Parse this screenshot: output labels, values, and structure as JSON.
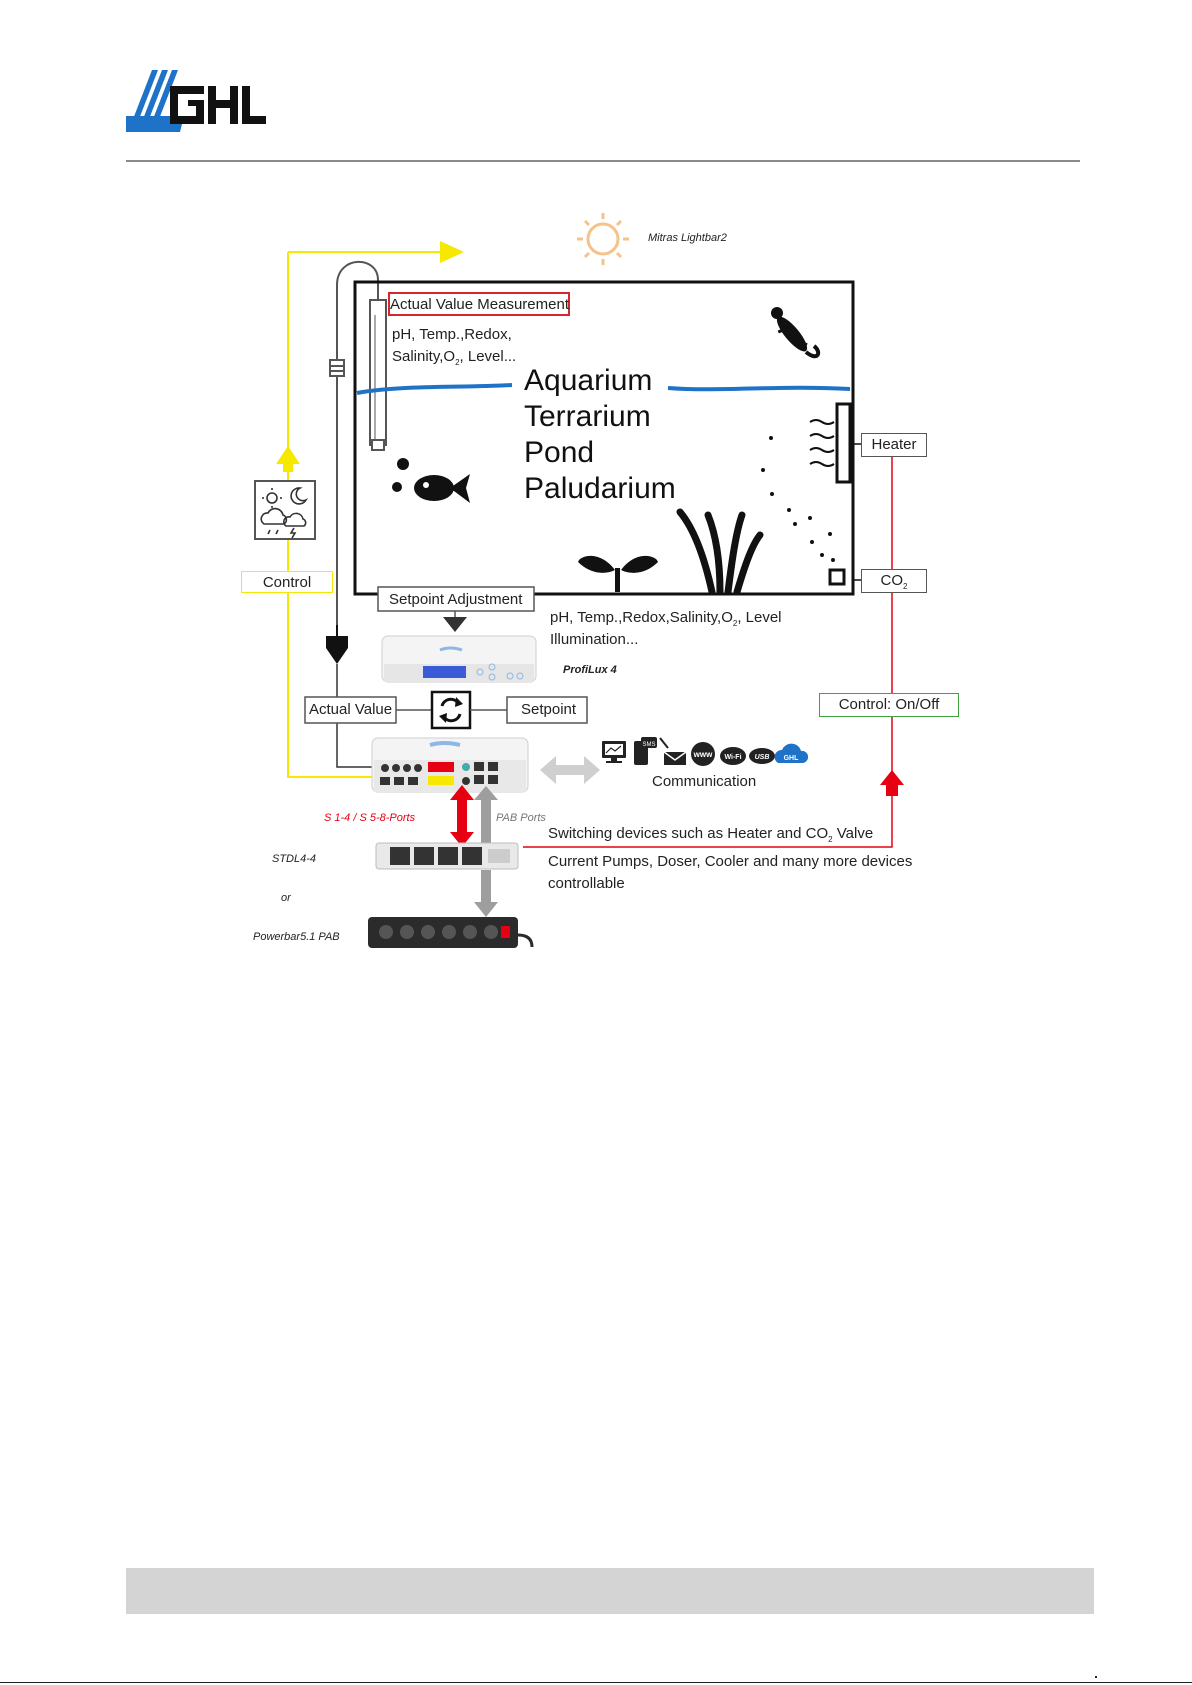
{
  "brand": {
    "logo_text": "GHL",
    "blue": "#1e73c8"
  },
  "colors": {
    "yellow_line": "#f7e800",
    "red_line": "#e60012",
    "grey_arrow": "#9e9e9e",
    "highlight_box": "#d9262c",
    "control_green": "#3fa33f",
    "control_yellow": "#f7e800"
  },
  "diagram": {
    "lightbar_label": "Mitras Lightbar2",
    "actual_value_measurement": "Actual Value Measurement",
    "measure_line1": "pH, Temp.,Redox,",
    "measure_line2_pre": "Salinity,O",
    "measure_line2_sub": "2",
    "measure_line2_post": ", Level...",
    "environments": [
      "Aquarium",
      "Terrarium",
      "Pond",
      "Paludarium"
    ],
    "heater": "Heater",
    "co2_main": "CO",
    "co2_sub": "2",
    "control": "Control",
    "setpoint_adjustment": "Setpoint Adjustment",
    "setpoint_line1_pre": "pH, Temp.,Redox,Salinity,O",
    "setpoint_line1_sub": "2",
    "setpoint_line1_post": ", Level",
    "setpoint_line2": "Illumination...",
    "profilux_label": "ProfiLux 4",
    "actual_value": "Actual Value",
    "setpoint": "Setpoint",
    "control_onoff": "Control: On/Off",
    "communication": "Communication",
    "comm_icons": [
      "monitor-icon",
      "sms-icon",
      "mail-icon",
      "www-icon",
      "wifi-icon",
      "usb-icon",
      "ghl-cloud-icon"
    ],
    "comm_icon_labels": {
      "sms": "SMS",
      "www": "www",
      "wifi": "Wi-Fi",
      "usb": "USB",
      "cloud": "GHL"
    },
    "s_ports": "S 1-4 / S 5-8-Ports",
    "pab_ports": "PAB Ports",
    "switching_pre": "Switching devices such as Heater and CO",
    "switching_sub": "2",
    "switching_post": " Valve",
    "current_line1": "Current Pumps, Doser, Cooler and many more devices",
    "current_line2": "controllable",
    "stdl": "STDL4-4",
    "or": "or",
    "powerbar": "Powerbar5.1 PAB"
  }
}
